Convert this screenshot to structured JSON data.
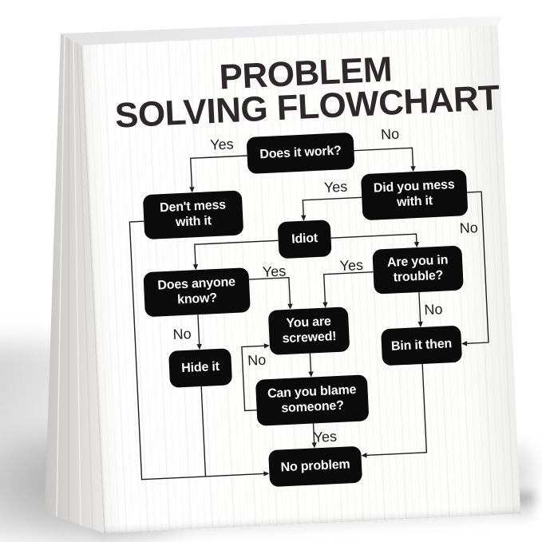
{
  "sign": {
    "title": {
      "line1": "PROBLEM",
      "line2": "SOLVING FLOWCHART"
    },
    "nodes": [
      {
        "id": "does-it-work",
        "label": "Does it work?"
      },
      {
        "id": "dont-mess-with-it",
        "label": "Den't mess with it"
      },
      {
        "id": "did-you-mess-with-it",
        "label": "Did you mess with it"
      },
      {
        "id": "idiot",
        "label": "Idiot"
      },
      {
        "id": "does-anyone-know",
        "label": "Does anyone know?"
      },
      {
        "id": "are-you-in-trouble",
        "label": "Are you in trouble?"
      },
      {
        "id": "you-are-screwed",
        "label": "You are screwed!"
      },
      {
        "id": "hide-it",
        "label": "Hide it"
      },
      {
        "id": "bin-it-then",
        "label": "Bin it then"
      },
      {
        "id": "can-you-blame-someone",
        "label": "Can you blame someone?"
      },
      {
        "id": "no-problem",
        "label": "No problem"
      }
    ],
    "edges": [
      {
        "from": "does-it-work",
        "to": "dont-mess-with-it",
        "label": "Yes"
      },
      {
        "from": "does-it-work",
        "to": "did-you-mess-with-it",
        "label": "No"
      },
      {
        "from": "did-you-mess-with-it",
        "to": "idiot",
        "label": "Yes"
      },
      {
        "from": "did-you-mess-with-it",
        "to": "bin-it-then",
        "label": "No"
      },
      {
        "from": "idiot",
        "to": "does-anyone-know",
        "label": ""
      },
      {
        "from": "idiot",
        "to": "are-you-in-trouble",
        "label": ""
      },
      {
        "from": "does-anyone-know",
        "to": "you-are-screwed",
        "label": "Yes"
      },
      {
        "from": "does-anyone-know",
        "to": "hide-it",
        "label": "No"
      },
      {
        "from": "are-you-in-trouble",
        "to": "you-are-screwed",
        "label": "Yes"
      },
      {
        "from": "are-you-in-trouble",
        "to": "bin-it-then",
        "label": "No"
      },
      {
        "from": "you-are-screwed",
        "to": "can-you-blame-someone",
        "label": ""
      },
      {
        "from": "can-you-blame-someone",
        "to": "you-are-screwed",
        "label": "No"
      },
      {
        "from": "can-you-blame-someone",
        "to": "no-problem",
        "label": "Yes"
      },
      {
        "from": "dont-mess-with-it",
        "to": "no-problem",
        "label": ""
      },
      {
        "from": "hide-it",
        "to": "no-problem",
        "label": ""
      },
      {
        "from": "bin-it-then",
        "to": "no-problem",
        "label": ""
      }
    ],
    "colors": {
      "node_fill": "#0b0b0b",
      "node_text": "#ffffff",
      "title_ink": "#2f282a",
      "connector_ink": "#1f1f1f",
      "wood_side": "#d4d3d1"
    }
  }
}
